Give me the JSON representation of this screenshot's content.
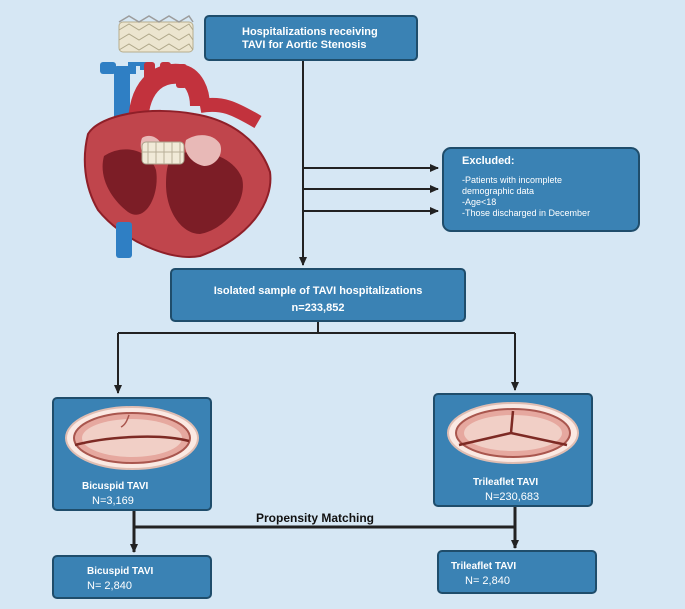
{
  "top": {
    "line1": "Hospitalizations receiving",
    "line2": "TAVI for Aortic Stenosis"
  },
  "excluded": {
    "title": "Excluded:",
    "lines": [
      "-Patients with incomplete",
      "demographic data",
      "-Age<18",
      "-Those discharged in December"
    ]
  },
  "isolated": {
    "title": "Isolated sample of TAVI hospitalizations",
    "count": "n=233,852"
  },
  "bicuspid": {
    "title": "Bicuspid TAVI",
    "count": "N=3,169"
  },
  "trileaflet": {
    "title": "Trileaflet TAVI",
    "count": "N=230,683"
  },
  "matching": {
    "label": "Propensity Matching"
  },
  "bicuspid_matched": {
    "title": "Bicuspid TAVI",
    "count": "N= 2,840"
  },
  "trileaflet_matched": {
    "title": "Trileaflet TAVI",
    "count": "N= 2,840"
  },
  "colors": {
    "box": "#3a82b4",
    "border": "#1f4d6b",
    "background": "#d6e7f4",
    "arrow": "#222222"
  }
}
